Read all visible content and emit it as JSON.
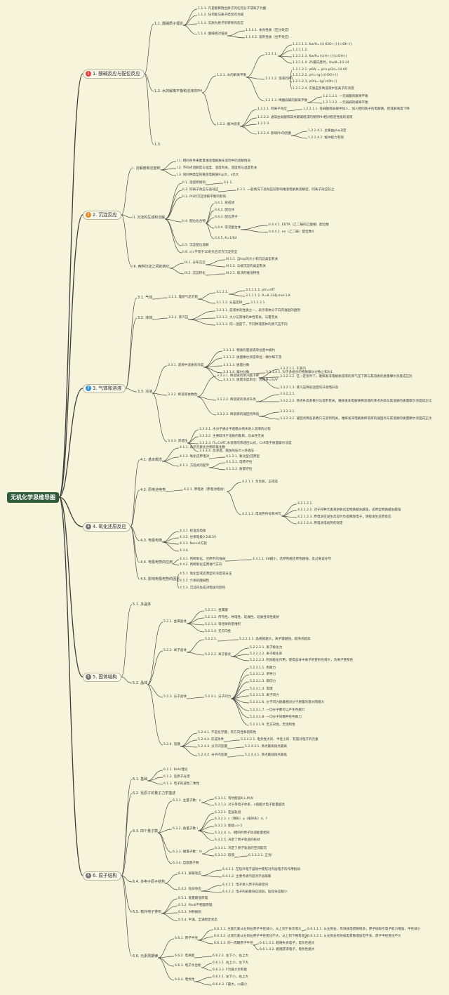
{
  "colors": {
    "background": "#f7f4dc",
    "root": "#2f5a3a",
    "branch_border": "#b9b59a",
    "wire": "#4a4a4a",
    "badge_1": "#e8413c",
    "badge_2": "#f08a24",
    "badge_3": "#2f8fd8",
    "badge_4": "#777777",
    "badge_5": "#777777",
    "badge_6": "#777777"
  },
  "root": {
    "label": "无机化学思维导图"
  },
  "branches": [
    {
      "num": "1",
      "label": "1. 酸碱反应与配位反应"
    },
    {
      "num": "2",
      "label": "2. 沉淀反应"
    },
    {
      "num": "3",
      "label": "3. 气体和溶液"
    },
    {
      "num": "4",
      "label": "4. 氧化还原反应"
    },
    {
      "num": "5",
      "label": "5. 固体结构"
    },
    {
      "num": "6",
      "label": "6. 原子结构"
    }
  ],
  "nodes": [
    "1.1. 酸碱质子理论",
    "1.1.1. 凡是能释放出质子的任何分子或离子为酸",
    "1.1.2. 任何能与质子结合的为碱",
    "1.1.3. 实质为质子的转移的反应",
    "1.1.4. 酸碱相对强弱",
    "1.1.4.1. 本身性质（区分效应）",
    "1.1.4.2. 溶剂性质（拉平效应）",
    "1.2. 水的解离平衡和溶液的PH",
    "1.2.1. 水的解离平衡",
    "1.2.1.1.",
    "1.2.1.1.1. Kw/θ={c(H3O+)}{c(OH-)}",
    "1.2.1.1.2.",
    "1.2.1.1.3. Kw/θ={c(H+)}{c(OH-)}",
    "1.2.1.1.4. 25摄氏度时，Kw/θ=10-14",
    "1.2.1.2. 溶液的PH",
    "1.2.1.2.1. pKW = pH+pOH=14.00",
    "1.2.1.2.2. pH=-lg{c(H3O+)}",
    "1.2.1.2.3. pOH=-lg{c(OH-)}",
    "1.2.1.2.4. 实质是反映溶液中氢离子的浓度",
    "1.2.1.3. 稀酸弱碱的解离平衡",
    "1.2.1.3.1. 一元弱酸的解离平衡",
    "1.2.1.3.2. 一元弱碱的解离平衡",
    "1.2.2. 缓冲溶液",
    "1.2.2.1. 同离子效应",
    "1.2.2.1.1. 在弱酸或弱碱中加入，加入相同离子的电解质，使其解离度下降",
    "1.2.2.2. 通常由弱酸和其共轭碱组成的保持PH相对稳定性能的溶液",
    "1.2.2.3.",
    "1.2.2.4. 影响PH的因素",
    "1.2.2.4.1. 主要由pka决定",
    "1.2.2.4.2. 缓冲能力有限",
    "1.3.",
    "I. 溶解度和溶度积",
    "I.1. 相同条件来衡量难溶电解质在溶剂中的溶解情况",
    "I.2. 不同点溶解度与温度、溶度有关，溶度积与温度有关",
    "I.3. 同同种类型的难溶电解质Ksp大，s也大",
    "II. 沉淀的生成和溶解",
    "II.1. 溶度积规则",
    "II.1.1.",
    "II.2. 同离子效应与盐效应",
    "II.2.1. 一般情况下盐效应较影响难溶电解质溶解度，同离子效应较之",
    "II.3. PH对沉淀溶解平衡的影响",
    "II.4. 配位化合物",
    "II.4.1. 形成体",
    "II.4.2. 配位体",
    "II.4.3. 配位原子",
    "II.4.4. 常见配位体",
    "II.4.4.1. EDTA（乙二胺四乙酸根）配位数",
    "II.4.4.2. en（乙二胺）配位数4",
    "II.4.5. K=1/K4",
    "II.5. 沉淀配位溶解",
    "II.6. c(√不等于10的负五次方沉淀完全",
    "III. 两种沉淀之间的转化",
    "III.1. 分布沉淀",
    "III.1.1. 当ksp的大小和沉淀类型有关",
    "III.1.2. 与被沉淀的类型有关",
    "III.2. 沉淀转化",
    "III.2.1. 取决的难溶特性",
    "3.1. 气体",
    "3.1.1. 理想气态方程",
    "3.1.1.1.",
    "3.1.1.1.1. pV=nRT",
    "3.1.1.1.2. R=8.314J·mol-1·K",
    "3.1.1.2. 分压定律",
    "3.1.1.2.1.",
    "3.2. 液体",
    "3.2.1. 蒸汽压",
    "3.2.1.1. 是液体的性质之一，表示液体分子向内逸起的趋势",
    "3.2.1.2. 大小与液体的本性有关，与量无关",
    "3.2.1.3. 同一温度下，不同种液液体的蒸汽压不同",
    "3.3. 溶液",
    "3.3.1. 溶液中溶质的浓度",
    "3.3.1.1. 物质的量溶液单位密中被约",
    "3.3.1.2. 质量摩尔浓度单位：摩尔每千克",
    "3.3.1.3. 质量分数",
    "3.3.1.4. 摩尔分数",
    "3.3.1.4.1. 对于多组分的物质摩尔分数之和为1",
    "3.3.1.5. 质量浓度单位：克每升=m/V",
    "3.3.2. 稀溶液依数性",
    "3.3.2.1. 稀溶液的蒸汽压下降",
    "3.3.2.1.1. 于蒸汽",
    "3.3.2.1.2. 在一定条件下，难挥发非电解质溶液的蒸气压下降与其溶质的质量摩尔浓度成正比",
    "3.3.2.1.3. 蒸汽压降低温度的升高而升高",
    "3.3.2.2. 稀溶液的沸点升高",
    "3.3.2.2.1.",
    "3.3.2.2.2. 沸点升高系数只与溶剂有关，难挥发非电解质稀溶液的沸点升高与其溶质的质量摩尔浓度成正比",
    "3.3.2.3. 稀溶液的凝固点降低",
    "3.3.2.3.1.",
    "3.3.2.3.2. 凝固点降低系数只与溶剂有关，难挥发非电解质稀溶液的凝固点与其溶质的质量摩尔浓度成正比",
    "3.3.3. 渗透压",
    "3.3.3.1. 水分子通过半透膜从纯水进入溶液的过程",
    "3.3.3.2. 主要取决于溶质的数目，与本性无关",
    "3.3.3.3. Π=CnRT,水溶液的渗透压公式，CnR等于质量摩尔浓度",
    "3.3.3.4. 反渗透，施加的压力>渗透压",
    "4.1. 基本概念",
    "4.1.1. 表示元素化合物的氧化数",
    "4.1.2. 氧化还原电对",
    "4.1.2.1. 氧化型/还原型",
    "4.1.3. 方程式的配平",
    "4.1.3.1. 电荷守恒",
    "4.1.3.2. 质量守恒",
    "4.2. 原电池电势",
    "4.2.1. 原电池（原电池电动）",
    "4.2.1.1. 负负氧，正得还",
    "4.2.1.2. 电动势符号和书写",
    "4.2.1.2.1.",
    "4.2.1.2.2. 对于同种元素来讲氧化型物质越左越强，还原型物质越右越强",
    "4.2.1.2.3. 原电池在发生反应时负极释放电子，阴极发生还原反应",
    "4.2.1.2.4. 原电池电动势的测定",
    "4.3. 电极电势",
    "4.3.1. 标准氢电极",
    "4.3.2. 甘汞电极0.2415V",
    "4.3.3. Nernst方程",
    "4.3.4.",
    "4.4. 电极电势的应用",
    "4.4.1. 判断氧化、还原剂的强弱",
    "4.4.1.1. Eθ越小，还原剂越还原性越强，反过来说亦然",
    "4.4.2. 判断氧化还原进行方向",
    "4.5. 影响电极电势的因素",
    "4.5.1. 氧化型或还原型的浓度或分压",
    "4.5.2. 介质的酸碱性",
    "4.5.3. 沉淀的生成对电极的影响",
    "5.1. 多晶体",
    "5.2. 晶体",
    "5.2.1. 金属晶体",
    "5.2.1.1. 金属键",
    "5.2.1.2. 传热性、导电性、延展性，延展性等性能好",
    "5.2.1.3. 等径球的密堆积",
    "5.2.1.4. 无方向性",
    "5.2.2. 离子晶体",
    "5.2.2.1.",
    "5.2.2.1.1. 晶格能越大，离子键越强，熔沸点越高",
    "5.2.2.2. 离子极化",
    "5.2.2.2.1. 离子极化力",
    "5.2.2.2.2. 离子极化率",
    "5.2.2.2.3. 附加极化作用，使得晶体中离子的变形性增大，负离子变形性",
    "5.2.3. 分子晶体",
    "5.2.3.1. 分子间力",
    "5.2.3.1.1. 色散力",
    "5.2.3.1.2. 诱导力",
    "5.2.3.1.3. 取向力",
    "5.2.3.1.4. 氢键",
    "5.2.3.1.5. 离子间力",
    "5.2.3.1.6. 分子间力随着相对分子质量的增大而增大",
    "5.2.3.1.7. 一切分子都可以产生色散力",
    "5.2.3.1.8. 一切分子间都存在色散力",
    "5.2.3.1.9. 无方向性，无饱和性",
    "5.2.4. 氢键",
    "5.2.4.1. 不是化学键，有方向性和饱和性",
    "5.2.4.2. 形成条件",
    "5.2.4.2.1. 电负性大的、半径小的、有孤对电子的元素",
    "5.2.4.3. 分子间氢键",
    "5.2.4.3.1. 沸点最高熔点最高",
    "5.2.4.4. 分子内氢键",
    "5.2.4.4.1. 沸点最低熔点最低",
    "6.1. 基础",
    "6.1.1. Bohr理论",
    "6.1.2. 氢原子光谱",
    "6.1.3. 电子的波粒二象性",
    "6.2. 氢原子的量子力学描述",
    "6.3. 四个量子数",
    "6.3.1. 主量子数：n",
    "6.3.1.1. 有时能层K,L,M,N",
    "6.3.1.2. 对于单电子体系，n值越大电子能量越高",
    "6.3.2. 角量子数 l",
    "6.3.2.1. 亚层轨道",
    "6.3.2.2. s（球形）p（哑铃形）d、f",
    "6.3.2.3. 能级=n-1",
    "6.3.2.4. n、l相同时原子轨道能量相同",
    "6.3.2.5. 决定了原子轨道的形状",
    "6.3.3. 磁量子数：m",
    "6.3.3.1. 决定了原子轨道的空间取向",
    "6.3.3.2. 取值",
    "6.3.3.2.1. 正负l",
    "6.3.4. 自旋量子数",
    "6.4. 多电子原子结构",
    "6.4.1. 屏蔽效应",
    "6.4.1.1. 在核外电子运动中使核对内层电子的作用削弱",
    "6.4.1.2. 主要考虑内层对外层屏蔽",
    "6.4.2. 钻穿效应",
    "6.4.2.1. 电子进入原子内部空间",
    "6.4.2.2. 电子的屏蔽效应减弱，钻穿效应越小",
    "6.5. 核外电子排布",
    "6.5.1. 能量最低原理",
    "6.5.2. Pauli不相容原理",
    "6.5.3. 洪特规则",
    "6.5.4. 半满，全满稳定状态",
    "6.6. 元素周期律",
    "6.6.1. 原子半径",
    "6.6.1.1. 主族元素从左到右原子半径减小，从上到下依次增大",
    "6.6.1.1.1. 从左到右，有效核电荷数增多，原子核吸引电子能力增强，半径减小",
    "6.6.1.2. 过渡元素从左到右原子半径变化不大，从上到下略有增大",
    "6.6.1.2.1. 从左到右有效核电荷数增加但不多，原子半径变化不大",
    "6.6.1.3. 同一周期原子半径",
    "6.6.1.3.1. 越难失去电子，电负性越大",
    "6.6.1.3.2. 越难获得电子，电负性越大",
    "6.6.2. 电离能",
    "6.6.2.1. 左下小，右上大",
    "6.6.3. 电子亲合能",
    "6.6.3.1. 右上小，左下大",
    "6.6.3.2. F为最大亲和能",
    "6.6.4. 电负性",
    "6.6.4.1. 左下小，右上大",
    "6.6.4.2. F最大，cs最小"
  ]
}
